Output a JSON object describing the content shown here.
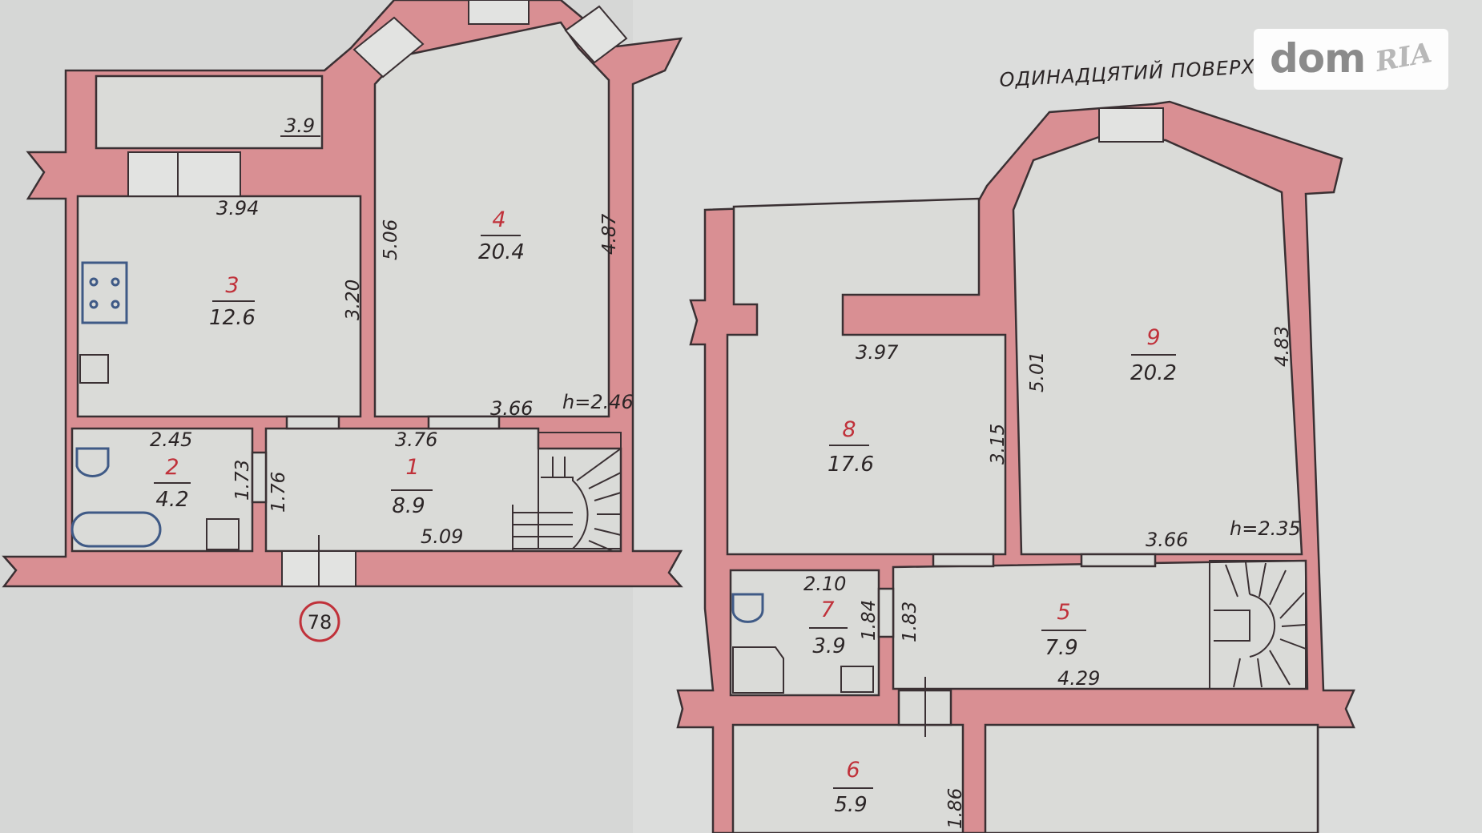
{
  "floor_label": "ОДИНАДЦЯТИЙ  ПОВЕРХ",
  "apartment_number": "78",
  "watermark": {
    "primary": "dom",
    "secondary": "RIA"
  },
  "rooms": [
    {
      "num": "1",
      "area": "8.9"
    },
    {
      "num": "2",
      "area": "4.2"
    },
    {
      "num": "3",
      "area": "12.6"
    },
    {
      "num": "4",
      "area": "20.4"
    },
    {
      "num": "5",
      "area": "7.9"
    },
    {
      "num": "6",
      "area": "5.9"
    },
    {
      "num": "7",
      "area": "3.9"
    },
    {
      "num": "8",
      "area": "17.6"
    },
    {
      "num": "9",
      "area": "20.2"
    }
  ],
  "dimensions": {
    "balcony_top": "3.9",
    "kitchen_width": "3.94",
    "kitchen_height": "3.20",
    "room4_left": "5.06",
    "room4_right": "4.87",
    "room4_bottom": "3.66",
    "height_lower": "h=2.46",
    "bath_width": "2.45",
    "bath_height": "1.73",
    "hall_width": "3.76",
    "hall_height": "1.76",
    "hall_bottom": "5.09",
    "room8_width": "3.97",
    "room8_height": "3.15",
    "room9_left": "5.01",
    "room9_right": "4.83",
    "room9_bottom": "3.66",
    "height_upper": "h=2.35",
    "wc_width": "2.10",
    "wc_height": "1.84",
    "hall2_height": "1.83",
    "hall2_bottom": "4.29",
    "room6_height": "1.86"
  }
}
